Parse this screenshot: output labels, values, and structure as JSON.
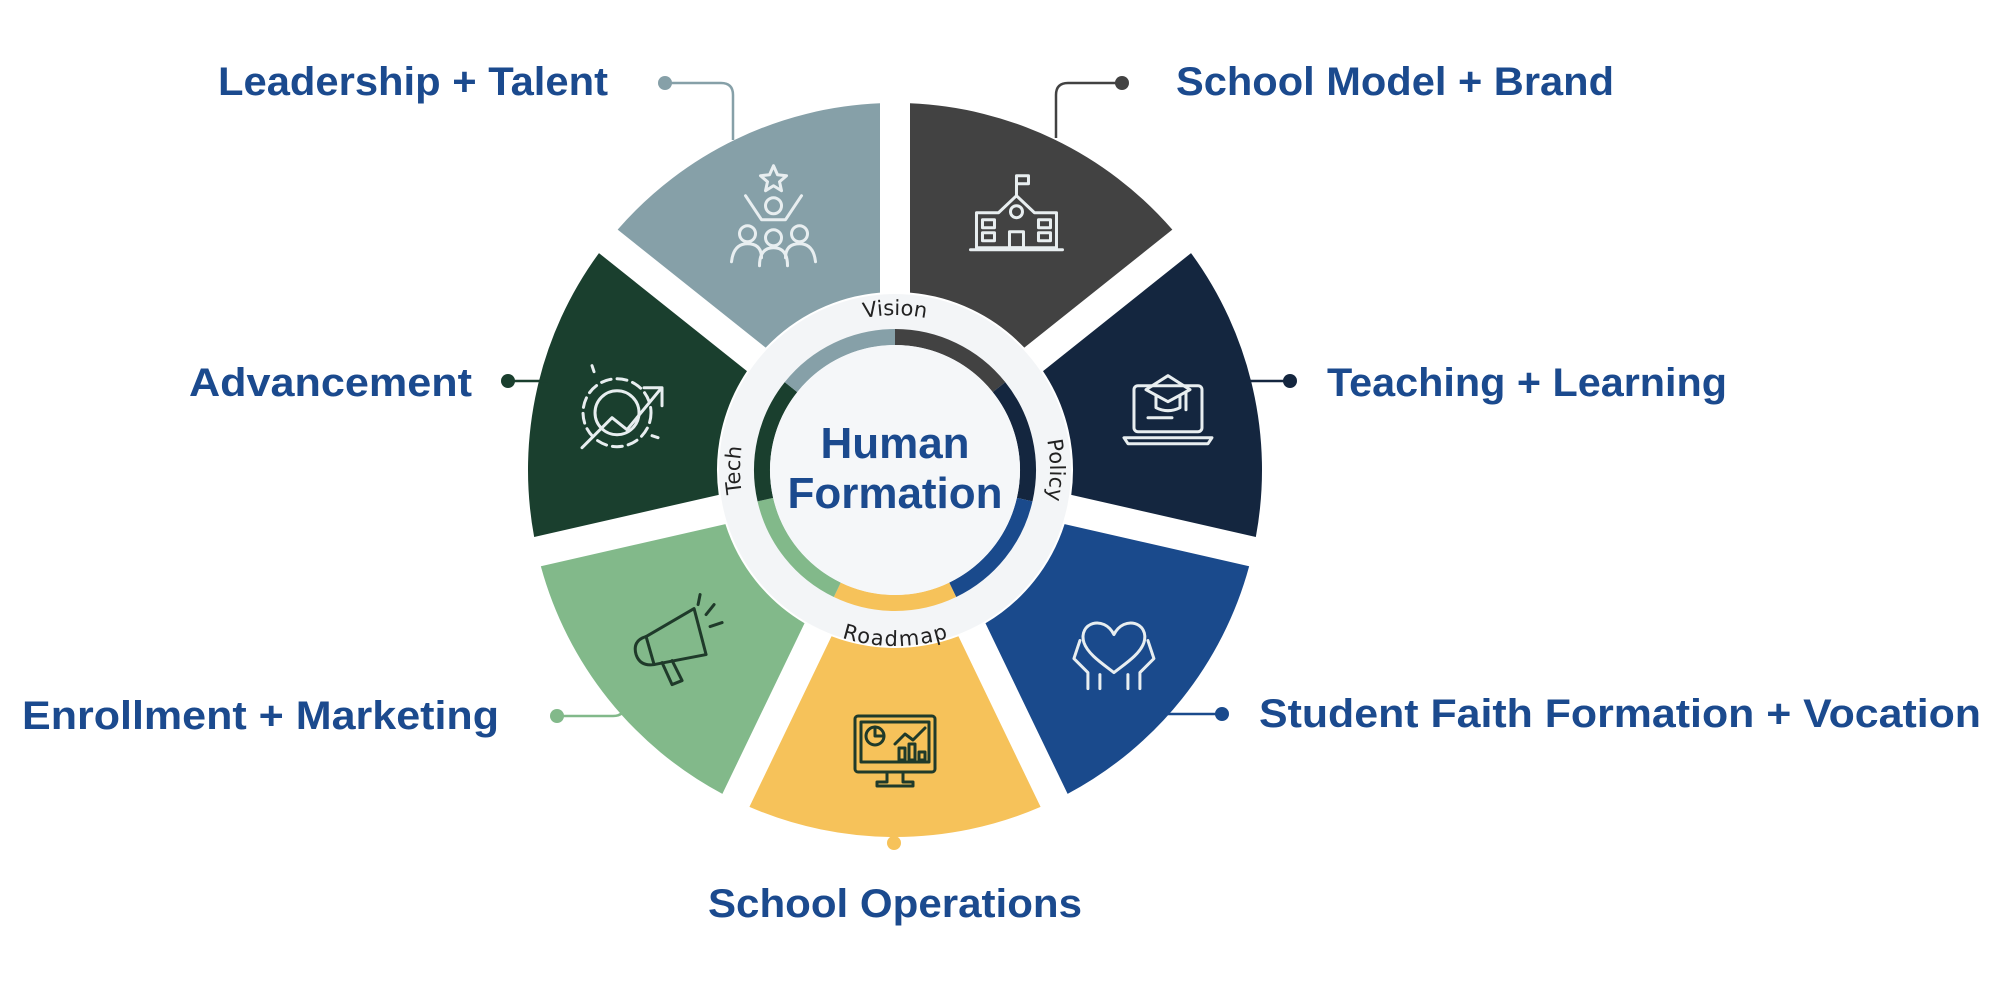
{
  "center": {
    "line1": "Human",
    "line2": "Formation"
  },
  "ring_labels": [
    "Vision",
    "Policy",
    "Roadmap",
    "Tech"
  ],
  "segments": [
    {
      "label": "School Model + Brand",
      "color": "#424242",
      "icon": "school-building-icon"
    },
    {
      "label": "Teaching + Learning",
      "color": "#14263f",
      "icon": "laptop-graduation-cap-icon"
    },
    {
      "label": "Student Faith Formation + Vocation",
      "color": "#1a4a8c",
      "icon": "hands-heart-icon"
    },
    {
      "label": "School Operations",
      "color": "#f6c25a",
      "icon": "monitor-dashboard-icon"
    },
    {
      "label": "Enrollment + Marketing",
      "color": "#82b98a",
      "icon": "megaphone-icon"
    },
    {
      "label": "Advancement",
      "color": "#1a3f2e",
      "icon": "gear-growth-arrow-icon"
    },
    {
      "label": "Leadership + Talent",
      "color": "#86a0a8",
      "icon": "team-star-icon"
    }
  ],
  "colors": {
    "text": "#1b4a8e",
    "ring_bg": "#f3f5f7",
    "icon_light": "#e8eef0",
    "icon_dark": "#1f3a2a"
  }
}
